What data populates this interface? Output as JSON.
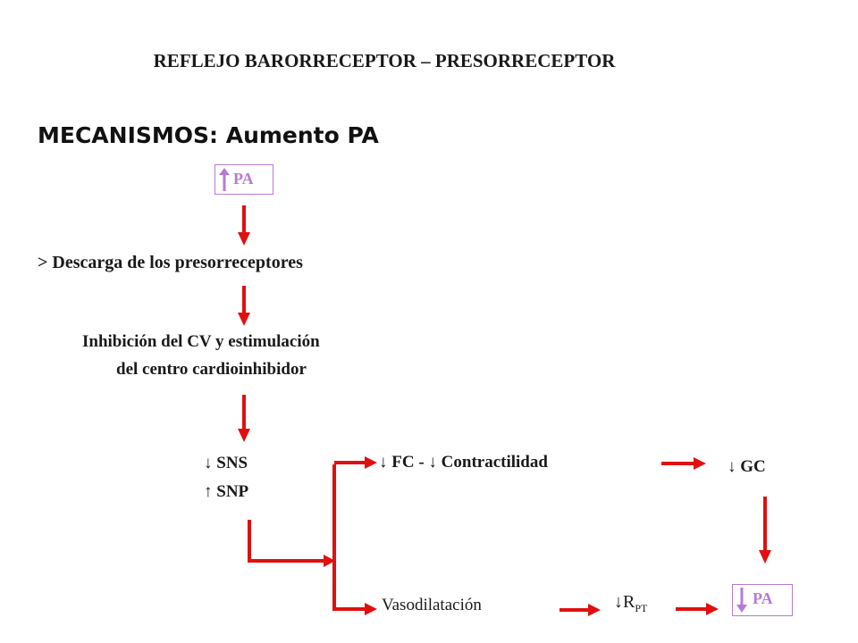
{
  "diagram": {
    "title": "REFLEJO BARORRECEPTOR – PRESORRECEPTOR",
    "heading": "MECANISMOS:  Aumento PA",
    "start_box": {
      "label": "PA",
      "direction": "up"
    },
    "step_discharge": "> Descarga de los presorreceptores",
    "step_inhibition_line1": "Inhibición del CV y estimulación",
    "step_inhibition_line2": "del centro cardioinhibidor",
    "sns": "↓ SNS",
    "snp": "↑ SNP",
    "fc_contractility": "↓ FC  - ↓ Contractilidad",
    "gc": "↓ GC",
    "vasodilation": "Vasodilatación",
    "rpt_arrow": "↓R",
    "rpt_sub": "PT",
    "end_box": {
      "label": "PA",
      "direction": "down"
    },
    "colors": {
      "flow_arrow": "#e01010",
      "box_accent": "#b57bd4",
      "text": "#1a1a1a"
    }
  }
}
